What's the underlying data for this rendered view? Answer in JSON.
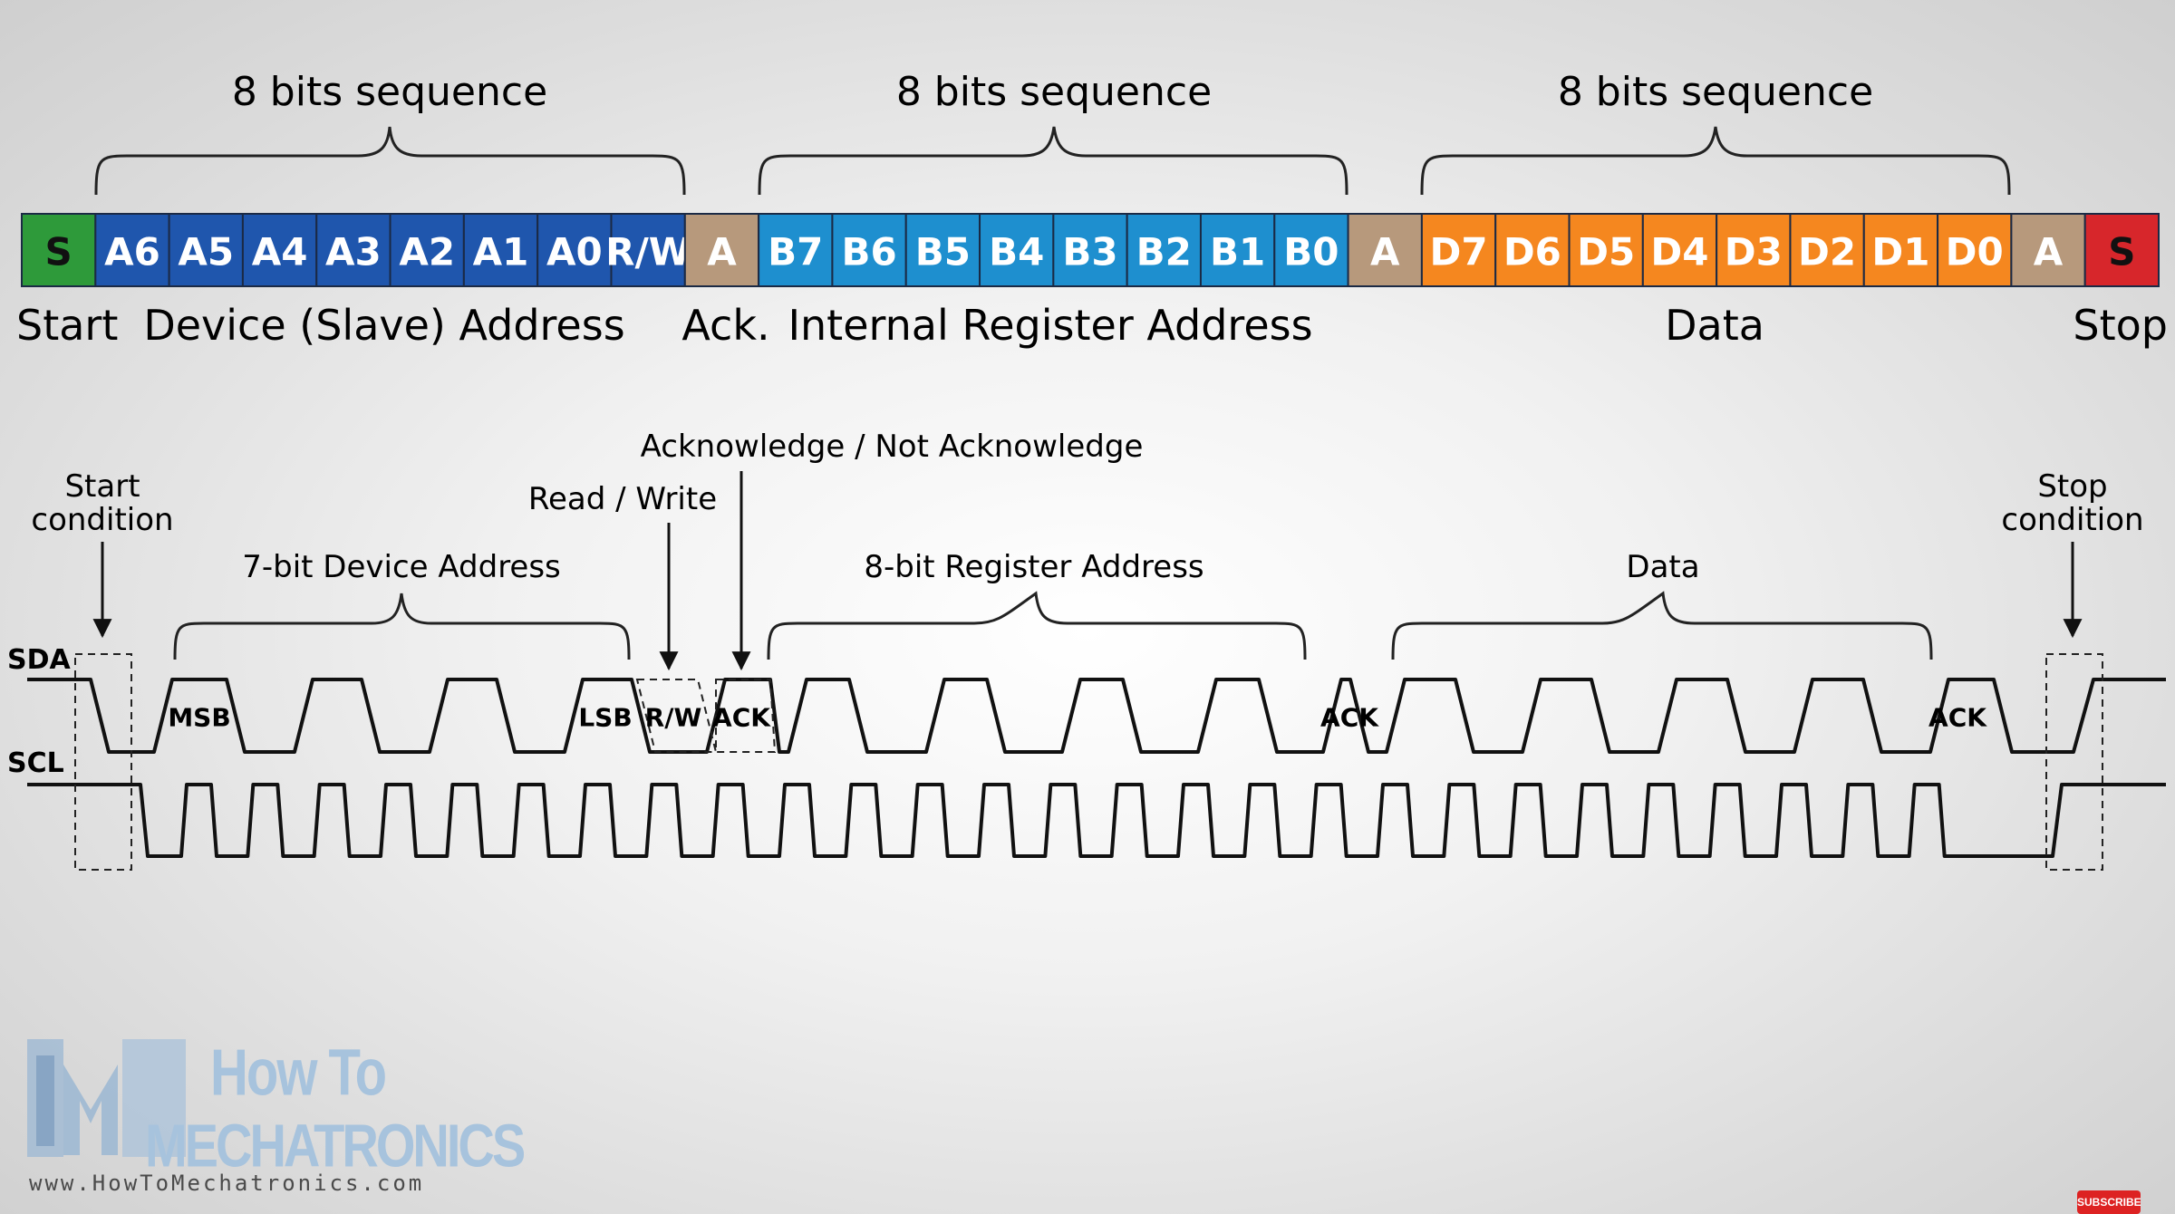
{
  "frame": {
    "sequence_label": "8 bits sequence",
    "cells": [
      {
        "label": "S",
        "color": "#2e9a3a",
        "kind": "start"
      },
      {
        "label": "A6",
        "color": "#1f56ad",
        "kind": "address"
      },
      {
        "label": "A5",
        "color": "#1f56ad",
        "kind": "address"
      },
      {
        "label": "A4",
        "color": "#1f56ad",
        "kind": "address"
      },
      {
        "label": "A3",
        "color": "#1f56ad",
        "kind": "address"
      },
      {
        "label": "A2",
        "color": "#1f56ad",
        "kind": "address"
      },
      {
        "label": "A1",
        "color": "#1f56ad",
        "kind": "address"
      },
      {
        "label": "A0",
        "color": "#1f56ad",
        "kind": "address"
      },
      {
        "label": "R/W",
        "color": "#1f56ad",
        "kind": "address"
      },
      {
        "label": "A",
        "color": "#b7997c",
        "kind": "ack"
      },
      {
        "label": "B7",
        "color": "#1e8fcf",
        "kind": "register"
      },
      {
        "label": "B6",
        "color": "#1e8fcf",
        "kind": "register"
      },
      {
        "label": "B5",
        "color": "#1e8fcf",
        "kind": "register"
      },
      {
        "label": "B4",
        "color": "#1e8fcf",
        "kind": "register"
      },
      {
        "label": "B3",
        "color": "#1e8fcf",
        "kind": "register"
      },
      {
        "label": "B2",
        "color": "#1e8fcf",
        "kind": "register"
      },
      {
        "label": "B1",
        "color": "#1e8fcf",
        "kind": "register"
      },
      {
        "label": "B0",
        "color": "#1e8fcf",
        "kind": "register"
      },
      {
        "label": "A",
        "color": "#b7997c",
        "kind": "ack"
      },
      {
        "label": "D7",
        "color": "#f5871f",
        "kind": "data"
      },
      {
        "label": "D6",
        "color": "#f5871f",
        "kind": "data"
      },
      {
        "label": "D5",
        "color": "#f5871f",
        "kind": "data"
      },
      {
        "label": "D4",
        "color": "#f5871f",
        "kind": "data"
      },
      {
        "label": "D3",
        "color": "#f5871f",
        "kind": "data"
      },
      {
        "label": "D2",
        "color": "#f5871f",
        "kind": "data"
      },
      {
        "label": "D1",
        "color": "#f5871f",
        "kind": "data"
      },
      {
        "label": "D0",
        "color": "#f5871f",
        "kind": "data"
      },
      {
        "label": "A",
        "color": "#b7997c",
        "kind": "ack"
      },
      {
        "label": "S",
        "color": "#d7262b",
        "kind": "stop"
      }
    ],
    "labels": {
      "start": "Start",
      "device_address": "Device (Slave) Address",
      "ack": "Ack.",
      "register_address": "Internal Register Address",
      "data": "Data",
      "stop": "Stop"
    }
  },
  "timing": {
    "sda": "SDA",
    "scl": "SCL",
    "start_condition": [
      "Start",
      "condition"
    ],
    "stop_condition": [
      "Stop",
      "condition"
    ],
    "read_write": "Read / Write",
    "ack_nack": "Acknowledge / Not Acknowledge",
    "device_address": "7-bit Device Address",
    "register_address": "8-bit Register Address",
    "data": "Data",
    "msb": "MSB",
    "lsb": "LSB",
    "rw": "R/W",
    "ack": "ACK"
  },
  "logo": {
    "line1": "How To",
    "line2": "MECHATRONICS",
    "url": "www.HowToMechatronics.com"
  },
  "subscribe": "SUBSCRIBE"
}
